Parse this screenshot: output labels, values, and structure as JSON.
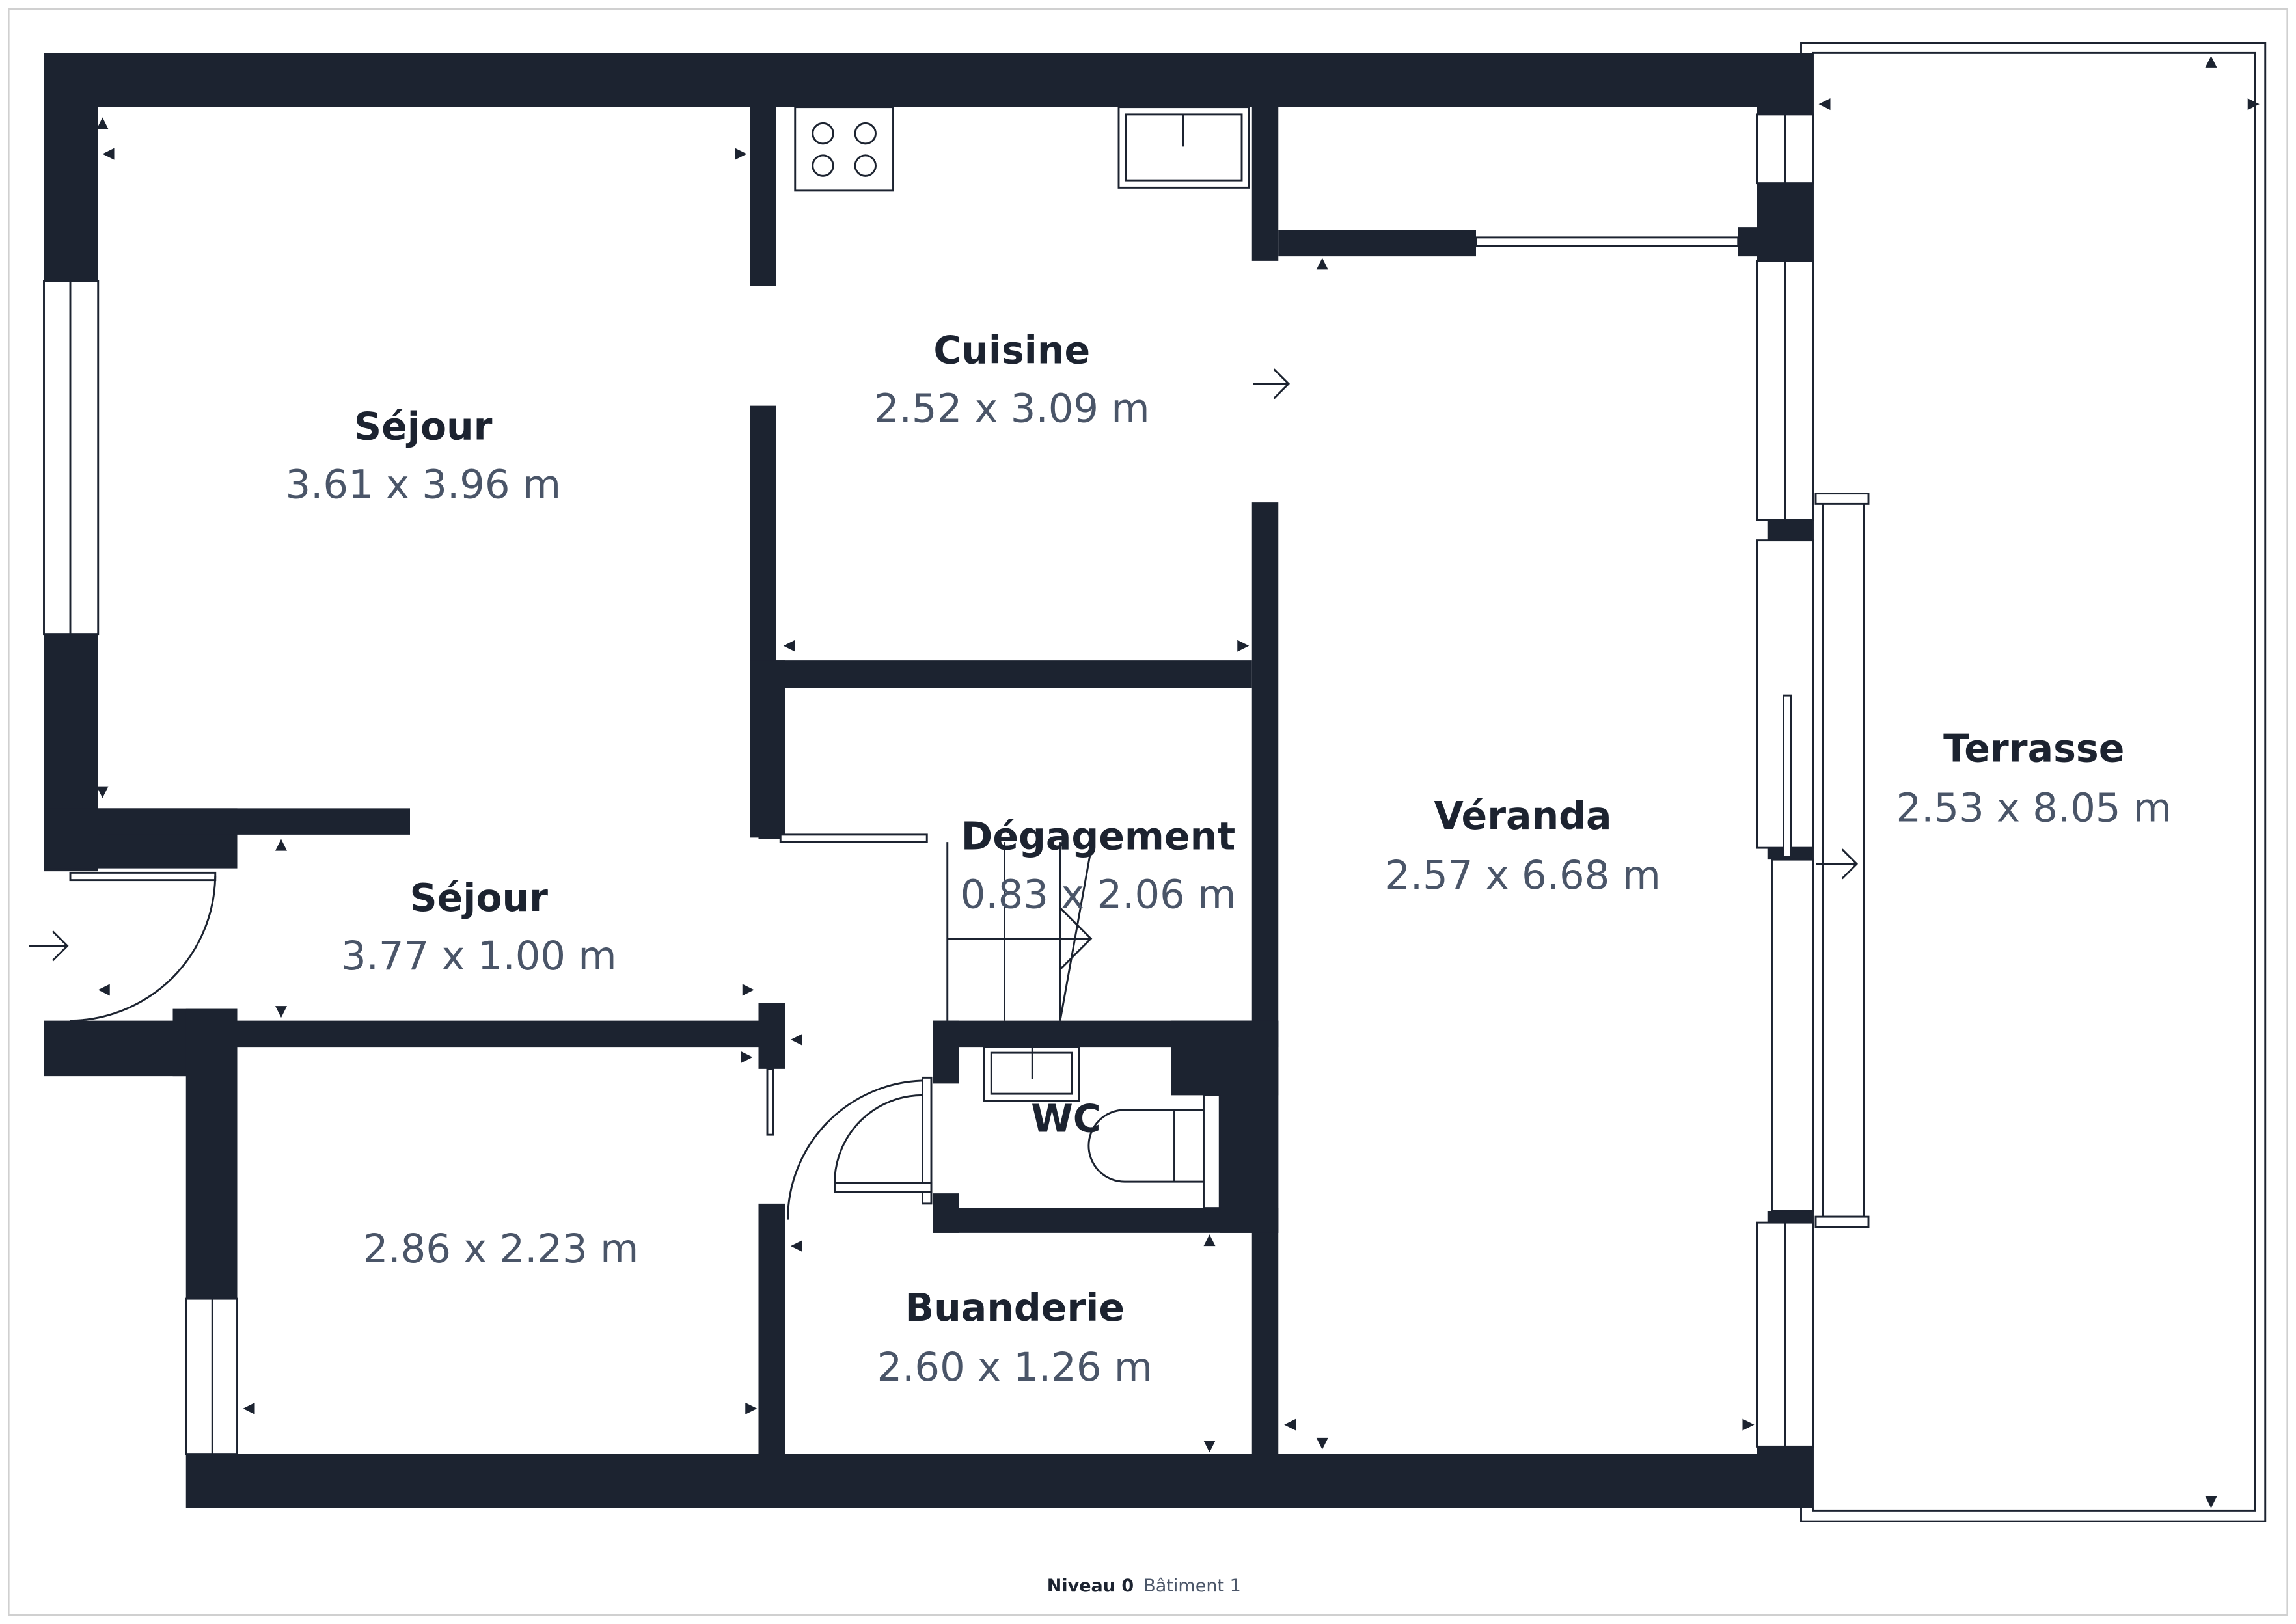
{
  "rooms": {
    "sejour_top": {
      "name": "Séjour",
      "dims": "3.61 x 3.96 m"
    },
    "cuisine": {
      "name": "Cuisine",
      "dims": "2.52 x 3.09 m"
    },
    "sejour_bottom": {
      "name": "Séjour",
      "dims": "3.77 x 1.00 m"
    },
    "degagement": {
      "name": "Dégagement",
      "dims": "0.83 x 2.06 m"
    },
    "wc": {
      "name": "WC"
    },
    "chambre": {
      "dims": "2.86 x 2.23 m"
    },
    "buanderie": {
      "name": "Buanderie",
      "dims": "2.60 x 1.26 m"
    },
    "veranda": {
      "name": "Véranda",
      "dims": "2.57 x 6.68 m"
    },
    "terrasse": {
      "name": "Terrasse",
      "dims": "2.53 x 8.05 m"
    }
  },
  "footer": {
    "level": "Niveau 0",
    "building": "Bâtiment 1"
  },
  "colors": {
    "wall": "#1c2330",
    "dims_text": "#4a5568",
    "border": "#d0d0d0"
  }
}
